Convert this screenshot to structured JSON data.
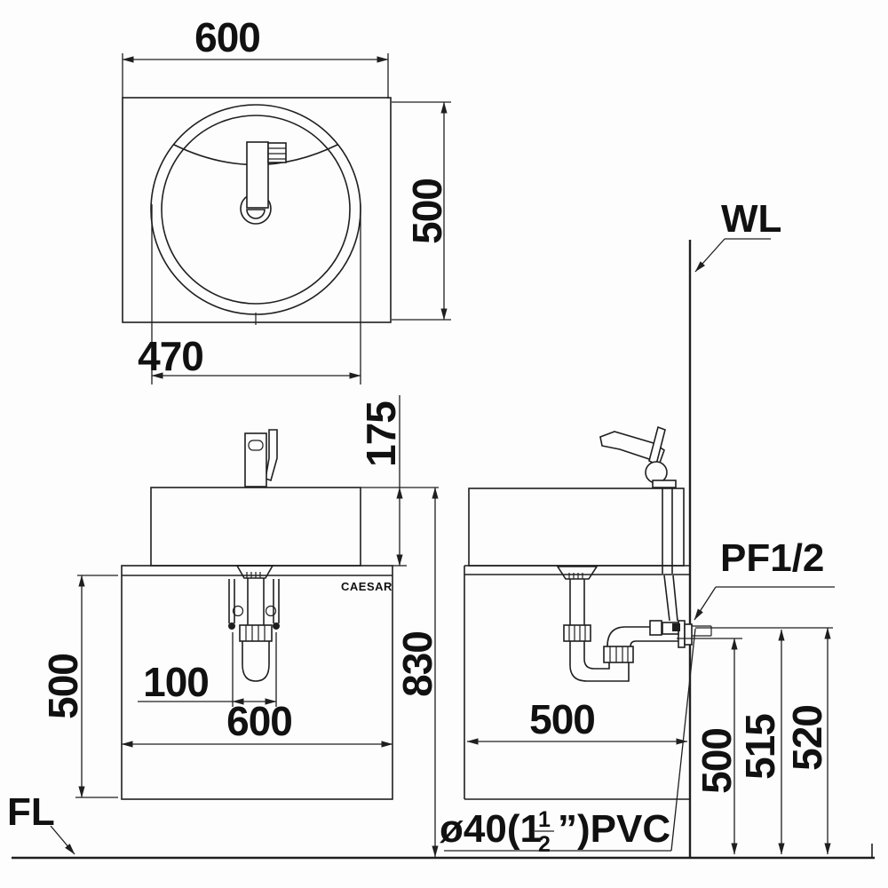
{
  "drawing": {
    "brand": "CAESAR",
    "top_view": {
      "dim_counter_width": "600",
      "dim_counter_depth": "500",
      "dim_bowl_diameter": "470"
    },
    "front_view": {
      "dim_vessel_height": "175",
      "dim_cabinet_height": "500",
      "dim_total_height": "830",
      "dim_supply_spacing": "100",
      "dim_cabinet_width": "600",
      "floor_label": "FL"
    },
    "side_view": {
      "wall_label": "WL",
      "supply_label": "PF1/2",
      "dim_cabinet_depth": "500",
      "dim_drain_height": "500",
      "dim_height_515": "515",
      "dim_height_520": "520",
      "pvc_prefix": "ø40(1",
      "pvc_frac_num": "1",
      "pvc_frac_den": "2",
      "pvc_suffix": "”)PVC"
    },
    "colors": {
      "line": "#1f1f1f",
      "background": "#fdfdfd"
    }
  }
}
